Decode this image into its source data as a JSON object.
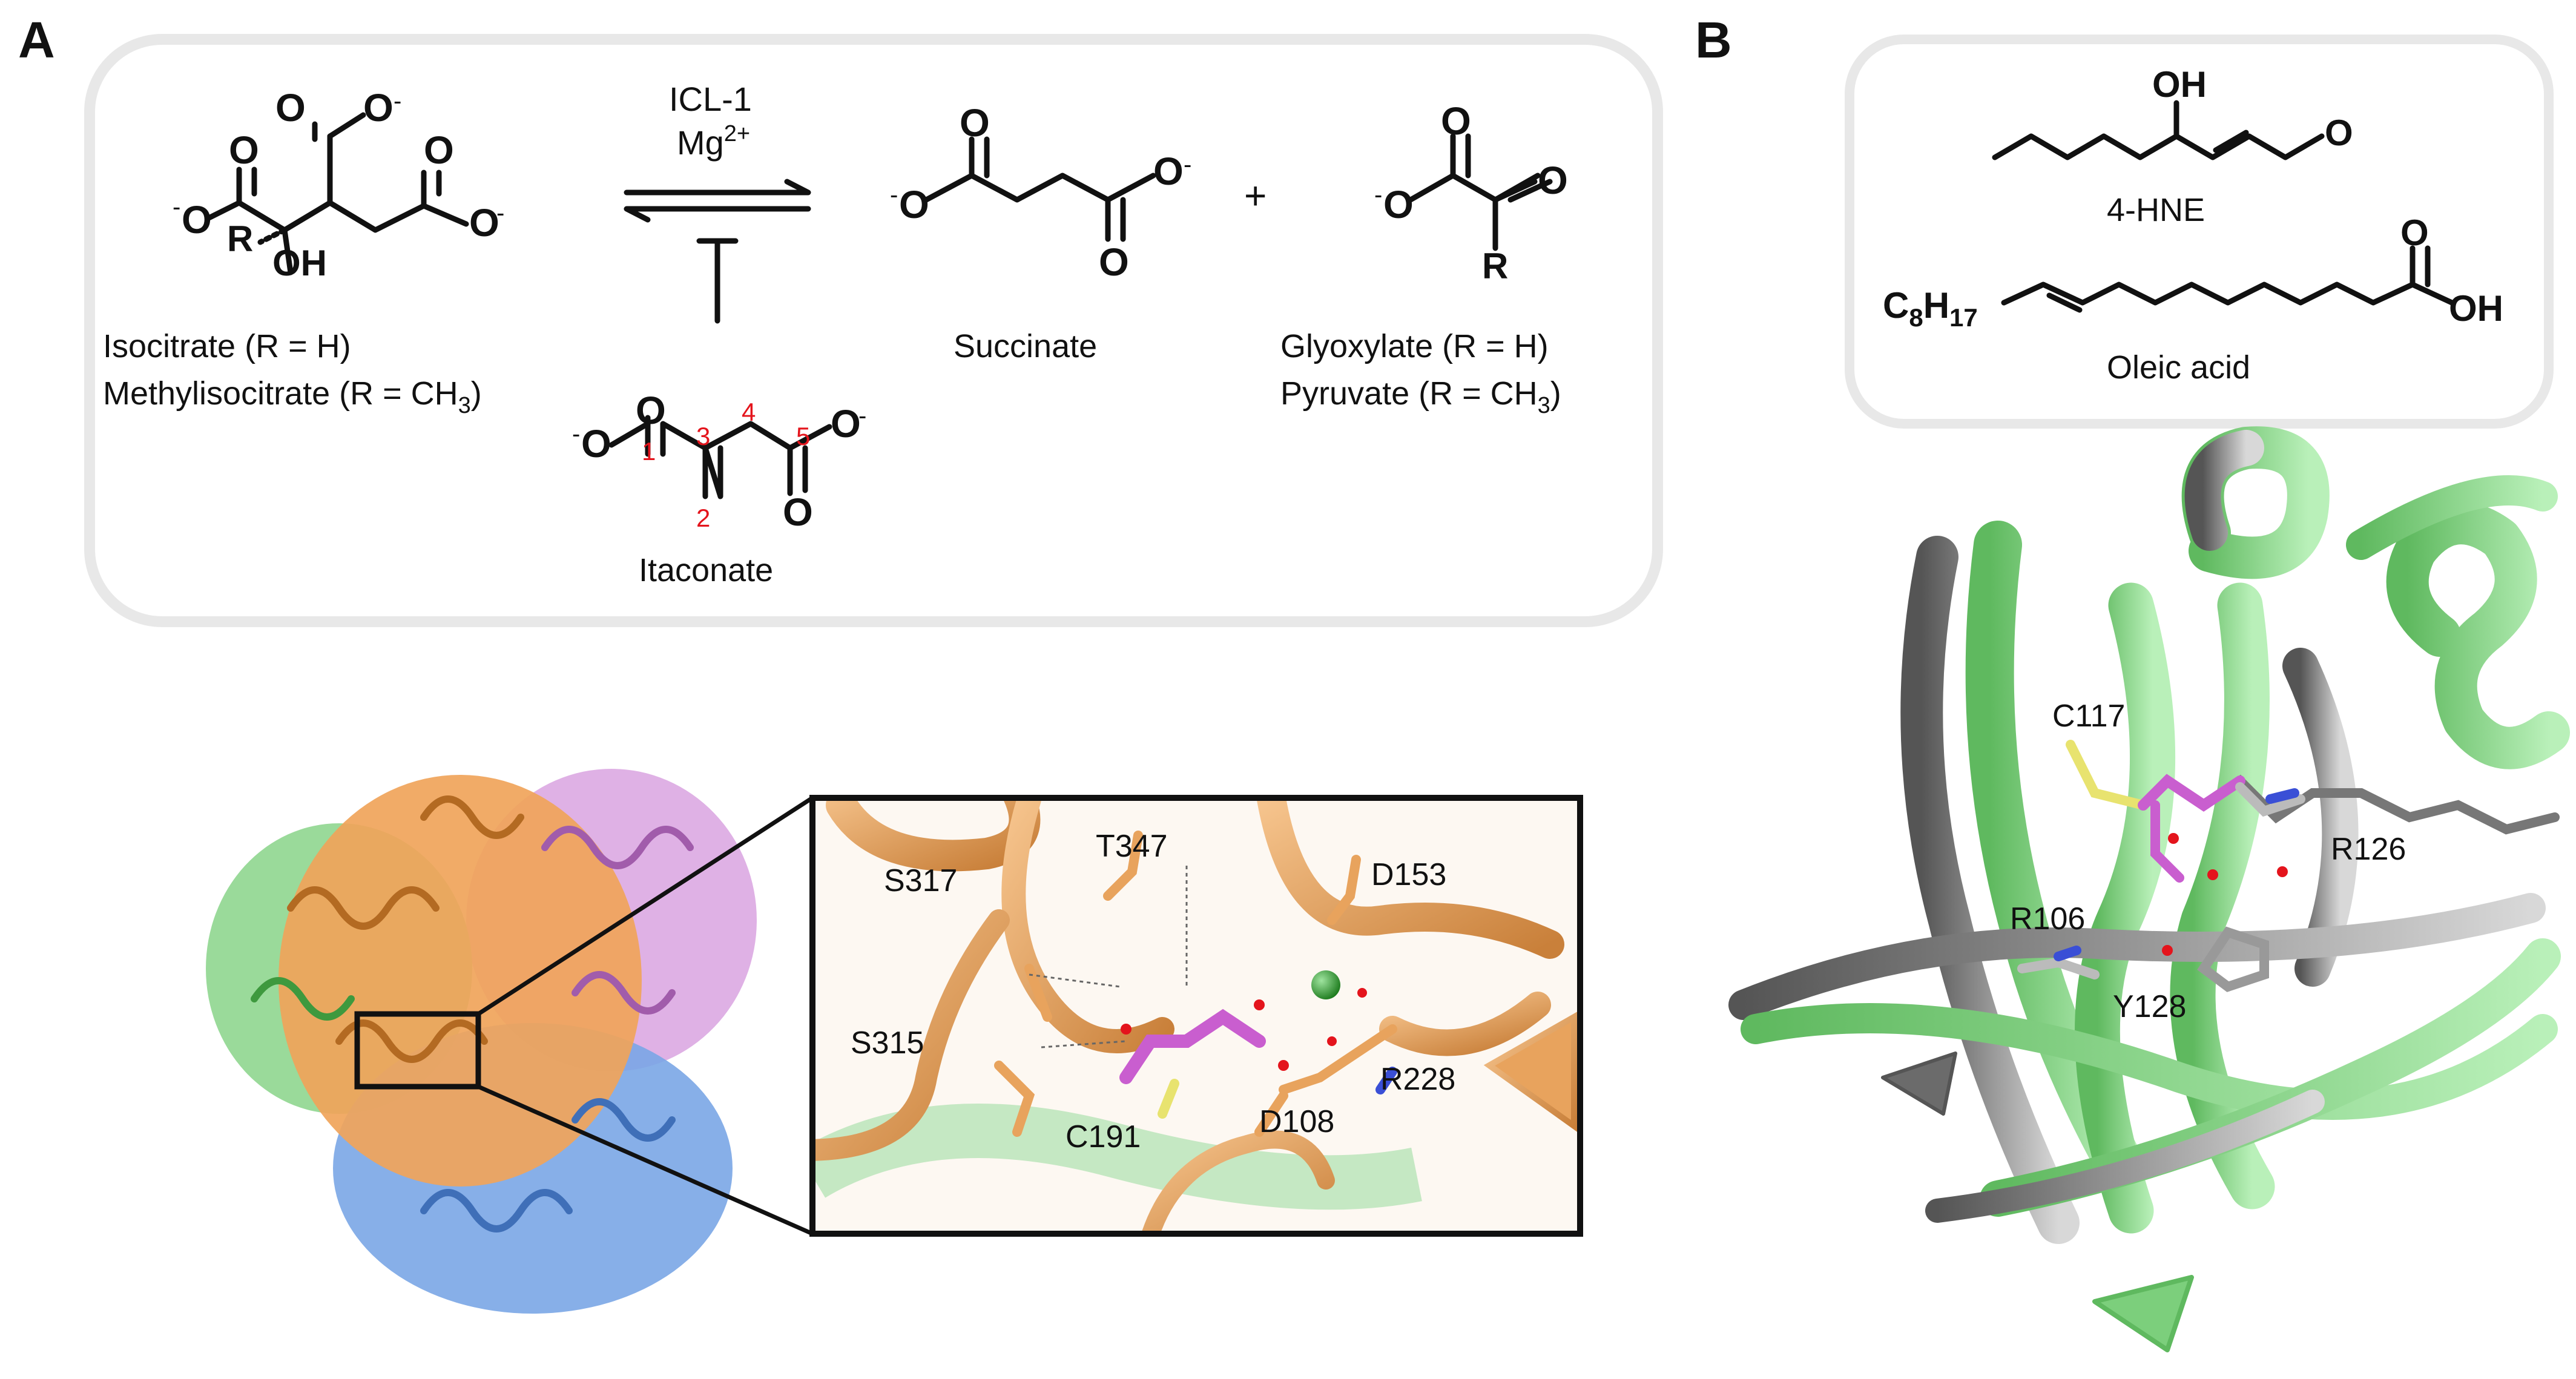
{
  "panels": {
    "a": "A",
    "b": "B"
  },
  "reaction": {
    "enzyme": "ICL-1",
    "cofactor": "Mg",
    "cofactor_charge": "2+",
    "substrates": {
      "line1": "Isocitrate (R = H)",
      "line2_main": "Methylisocitrate (R = CH",
      "line2_sub": "3",
      "line2_end": ")"
    },
    "product1": "Succinate",
    "plus": "+",
    "product2": {
      "line1": "Glyoxylate (R = H)",
      "line2_main": "Pyruvate (R = CH",
      "line2_sub": "3",
      "line2_end": ")"
    },
    "inhibitor": "Itaconate",
    "itaconate_numbers": [
      "1",
      "2",
      "3",
      "4",
      "5"
    ]
  },
  "atoms": {
    "O": "O",
    "OH": "OH",
    "R": "R",
    "minus": "-"
  },
  "b_molecules": {
    "hne": "4-HNE",
    "oleic": "Oleic acid",
    "c8": "C",
    "c8_sub1": "8",
    "h17": "H",
    "h17_sub": "17"
  },
  "closeup_labels": [
    "T347",
    "S317",
    "D153",
    "S315",
    "R228",
    "C191",
    "D108"
  ],
  "b_residue_labels": [
    "C117",
    "R126",
    "R106",
    "Y128"
  ],
  "colors": {
    "orange_chain": "#f0a45a",
    "green_chain": "#8fd68f",
    "pink_chain": "#d9a3e0",
    "blue_chain": "#7aa6e6",
    "grey_chain": "#8a8a8a",
    "ligand_magenta": "#c95ecf",
    "red_numbers": "#e4141c"
  },
  "icons": [
    "magnesium-ion-sphere",
    "zoom-box",
    "equilibrium-arrows",
    "inhibition-bar"
  ]
}
